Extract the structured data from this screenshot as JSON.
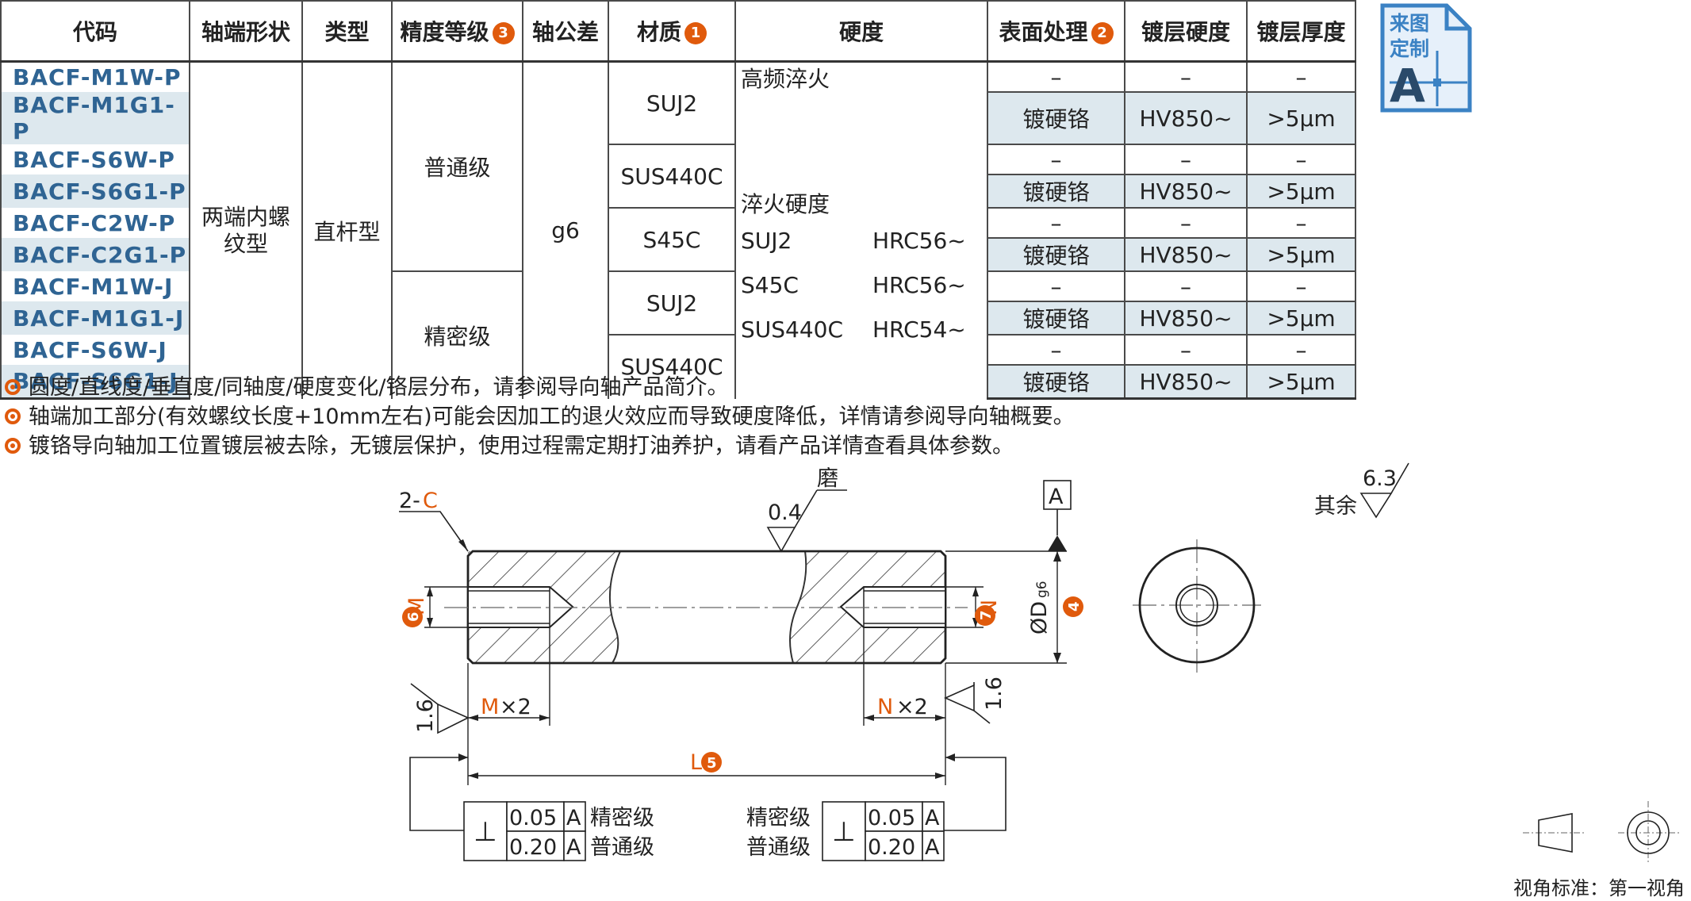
{
  "table": {
    "headers": {
      "code": "代码",
      "end_shape": "轴端形状",
      "type": "类型",
      "precision": "精度等级",
      "precision_badge": "3",
      "tolerance": "轴公差",
      "material": "材质",
      "material_badge": "1",
      "hardness": "硬度",
      "surface": "表面处理",
      "surface_badge": "2",
      "plating_hardness": "镀层硬度",
      "plating_thickness": "镀层厚度"
    },
    "codes": [
      "BACF-M1W-P",
      "BACF-M1G1-P",
      "BACF-S6W-P",
      "BACF-S6G1-P",
      "BACF-C2W-P",
      "BACF-C2G1-P",
      "BACF-M1W-J",
      "BACF-M1G1-J",
      "BACF-S6W-J",
      "BACF-S6G1-J"
    ],
    "end_shape": "两端内螺\n纹型",
    "type": "直杆型",
    "precision": [
      "普通级",
      "精密级"
    ],
    "tolerance": "g6",
    "materials": [
      "SUJ2",
      "SUS440C",
      "S45C",
      "SUJ2",
      "SUS440C"
    ],
    "hardness": {
      "high_freq": "高频淬火",
      "quench": "淬火硬度",
      "rows": [
        {
          "mat": "SUJ2",
          "val": "HRC56~"
        },
        {
          "mat": "S45C",
          "val": "HRC56~"
        },
        {
          "mat": "SUS440C",
          "val": "HRC54~"
        }
      ]
    },
    "surface_rows": [
      {
        "surface": "–",
        "ph": "–",
        "pt": "–"
      },
      {
        "surface": "镀硬铬",
        "ph": "HV850~",
        "pt": ">5μm"
      },
      {
        "surface": "–",
        "ph": "–",
        "pt": "–"
      },
      {
        "surface": "镀硬铬",
        "ph": "HV850~",
        "pt": ">5μm"
      },
      {
        "surface": "–",
        "ph": "–",
        "pt": "–"
      },
      {
        "surface": "镀硬铬",
        "ph": "HV850~",
        "pt": ">5μm"
      },
      {
        "surface": "–",
        "ph": "–",
        "pt": "–"
      },
      {
        "surface": "镀硬铬",
        "ph": "HV850~",
        "pt": ">5μm"
      },
      {
        "surface": "–",
        "ph": "–",
        "pt": "–"
      },
      {
        "surface": "镀硬铬",
        "ph": "HV850~",
        "pt": ">5μm"
      }
    ]
  },
  "notes": [
    "圆度/直线度/垂直度/同轴度/硬度变化/铬层分布，请参阅导向轴产品简介。",
    "轴端加工部分(有效螺纹长度+10mm左右)可能会因加工的退火效应而导致硬度降低，详情请参阅导向轴概要。",
    "镀铬导向轴加工位置镀层被去除，无镀层保护，使用过程需定期打油养护，请看产品详情查看具体参数。"
  ],
  "custom_badge": {
    "line1": "来图",
    "line2": "定制",
    "letter": "A"
  },
  "drawing": {
    "chamfer": "2-",
    "chamfer_c": "C",
    "grind": "磨",
    "grind_value": "0.4",
    "datum": "A",
    "other": "其余",
    "other_value": "6.3",
    "m_label": "M",
    "m_badge": "6",
    "n_label": "N",
    "n_badge": "7",
    "d_label": "ØD",
    "d_sub": "g6",
    "d_badge": "4",
    "mx2": "×2",
    "nx2": "×2",
    "l_label": "L",
    "l_badge": "5",
    "rough_left": "1.6",
    "rough_right": "1.6",
    "perp_symbol": "⊥",
    "tol_fine": "0.05",
    "tol_normal": "0.20",
    "tol_datum": "A",
    "fine": "精密级",
    "normal": "普通级"
  },
  "view_standard": "视角标准：第一视角",
  "colors": {
    "accent": "#e05a0c",
    "code_blue": "#2f6493",
    "stripe": "#dde8ee",
    "badge_blue": "#3b82c4"
  }
}
